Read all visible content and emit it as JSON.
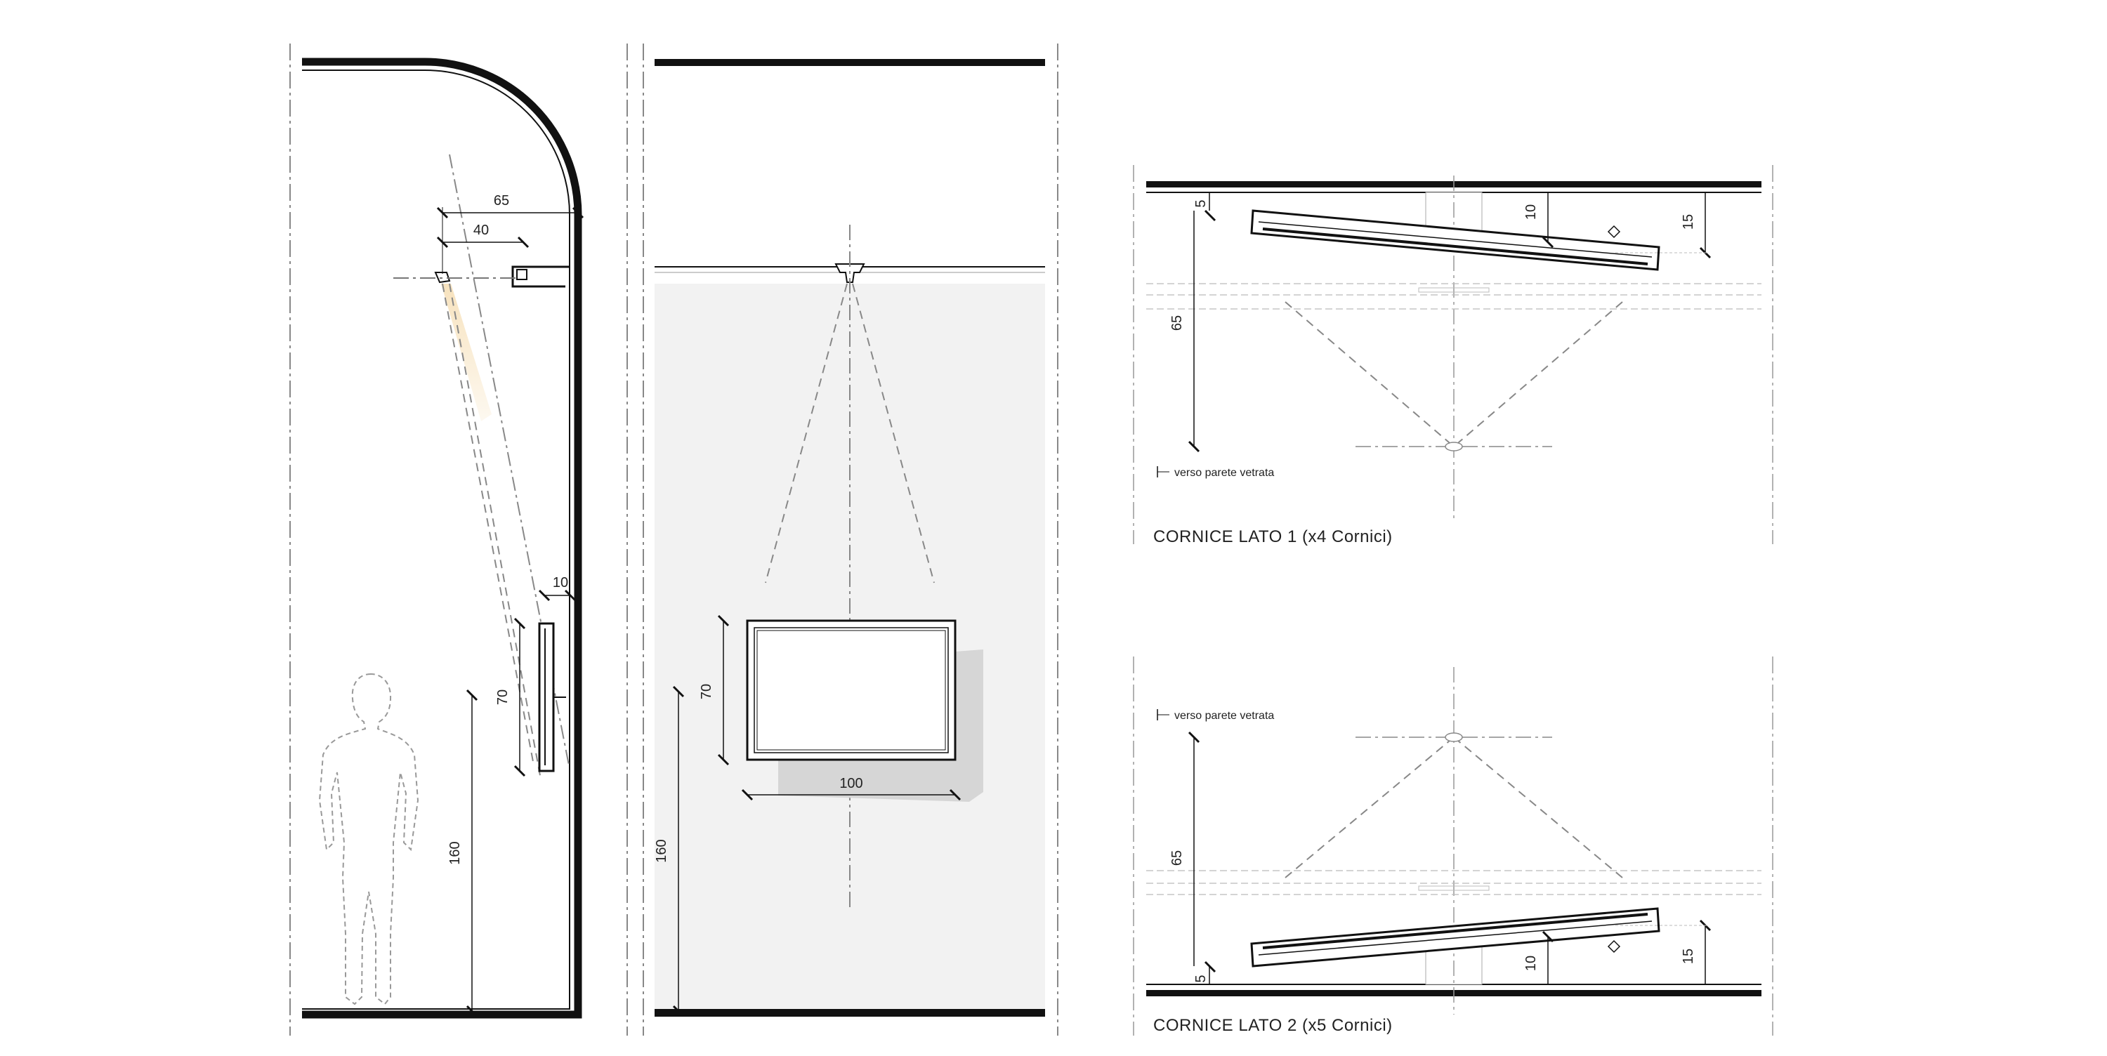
{
  "section": {
    "dim_65": "65",
    "dim_40": "40",
    "dim_10": "10",
    "dim_70": "70",
    "dim_160": "160"
  },
  "elevation": {
    "dim_70": "70",
    "dim_100": "100",
    "dim_160": "160"
  },
  "plan1": {
    "dim_5": "5",
    "dim_10": "10",
    "dim_15": "15",
    "dim_65": "65",
    "note": "verso parete vetrata",
    "caption": "CORNICE LATO 1 (x4 Cornici)"
  },
  "plan2": {
    "dim_5": "5",
    "dim_10": "10",
    "dim_15": "15",
    "dim_65": "65",
    "note": "verso parete vetrata",
    "caption": "CORNICE LATO 2 (x5 Cornici)"
  },
  "colors": {
    "line": "#111111",
    "wall_fill": "#f2f2f2",
    "shadow": "#d6d6d6",
    "light_beam": "#f3d6a6"
  }
}
